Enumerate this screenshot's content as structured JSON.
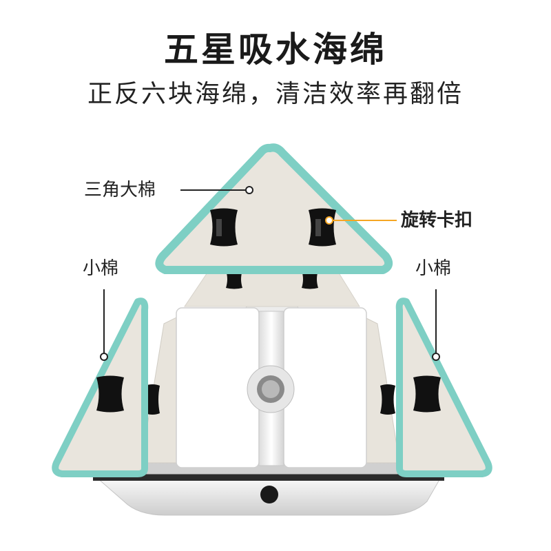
{
  "heading": {
    "title": "五星吸水海绵",
    "subtitle": "正反六块海绵，清洁效率再翻倍"
  },
  "callouts": {
    "triangle_sponge": "三角大棉",
    "rotary_buckle": "旋转卡扣",
    "small_sponge_left": "小棉",
    "small_sponge_right": "小棉"
  },
  "colors": {
    "sponge_edge": "#7ecfc4",
    "sponge_fill": "#e9e5dd",
    "clip_black": "#111111",
    "accent_orange": "#f5a623",
    "pad_white": "#ffffff",
    "frame_grey": "#d8d8d8"
  }
}
